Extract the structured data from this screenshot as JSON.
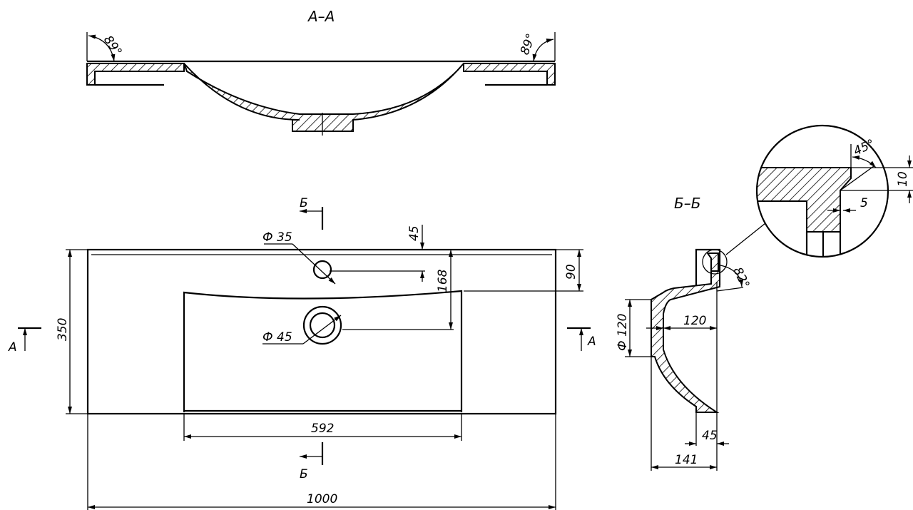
{
  "section_aa": {
    "title": "A–A",
    "angle_left": "89°",
    "angle_right": "89°"
  },
  "plan": {
    "dim_width": "1000",
    "dim_depth": "350",
    "dim_basin_width": "592",
    "dim_back_ledge": "90",
    "dim_drain_offset": "168",
    "dim_tap_offset": "45",
    "tap_hole": "Ф 35",
    "drain_hole": "Ф 45",
    "cut_b_top": "Б",
    "cut_b_bottom": "Б",
    "cut_a_left": "A",
    "cut_a_right": "A"
  },
  "section_bb": {
    "title": "Б–Б",
    "angle": "82°",
    "dim_drain_dia": "Ф 120",
    "dim_depth_120": "120",
    "dim_45": "45",
    "dim_141": "141"
  },
  "detail": {
    "angle": "45°",
    "dim_10": "10",
    "dim_5": "5"
  }
}
